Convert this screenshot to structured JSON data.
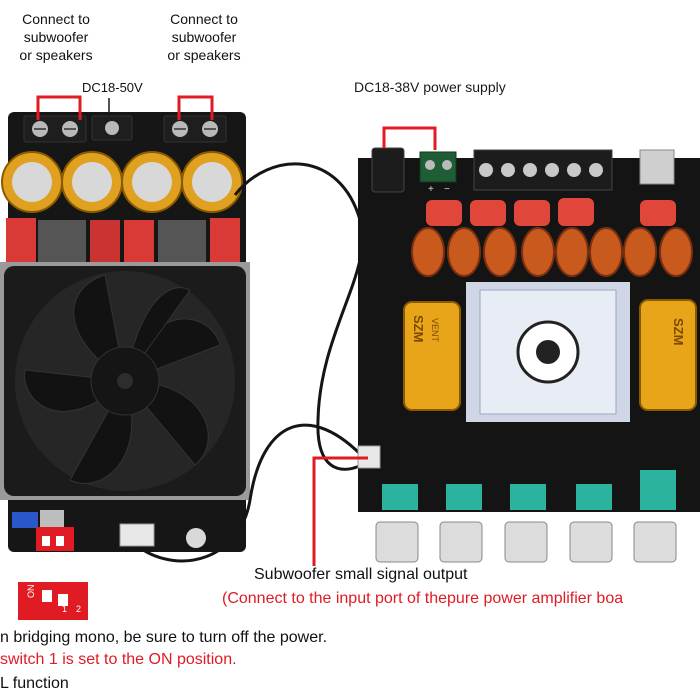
{
  "labels": {
    "connect_left_1": "Connect to",
    "connect_left_2": "subwoofer",
    "connect_left_3": "or speakers",
    "connect_right_1": "Connect to",
    "connect_right_2": "subwoofer",
    "connect_right_3": "or speakers",
    "dc_left": "DC18-50V",
    "dc_right": "DC18-38V power supply",
    "sub_output": "Subwoofer small signal output",
    "sub_output_note": "(Connect to the input port of thepure power amplifier boa",
    "note_1": "n bridging mono, be sure to turn off the power.",
    "note_2": "switch 1 is set to the ON position.",
    "note_3": "L function"
  },
  "board_text": {
    "cap_brand": "SZM",
    "cap_sub": "VENT",
    "dip_on": "ON",
    "dip_1": "1",
    "dip_2": "2",
    "plus": "+",
    "minus": "−"
  },
  "colors": {
    "arrow_red": "#e01b24",
    "pcb_black": "#141414",
    "capacitor_gold": "#e0a020",
    "inductor_copper": "#c85a1e",
    "knob_teal": "#2bb3a0",
    "relay_red": "#e0463a"
  }
}
